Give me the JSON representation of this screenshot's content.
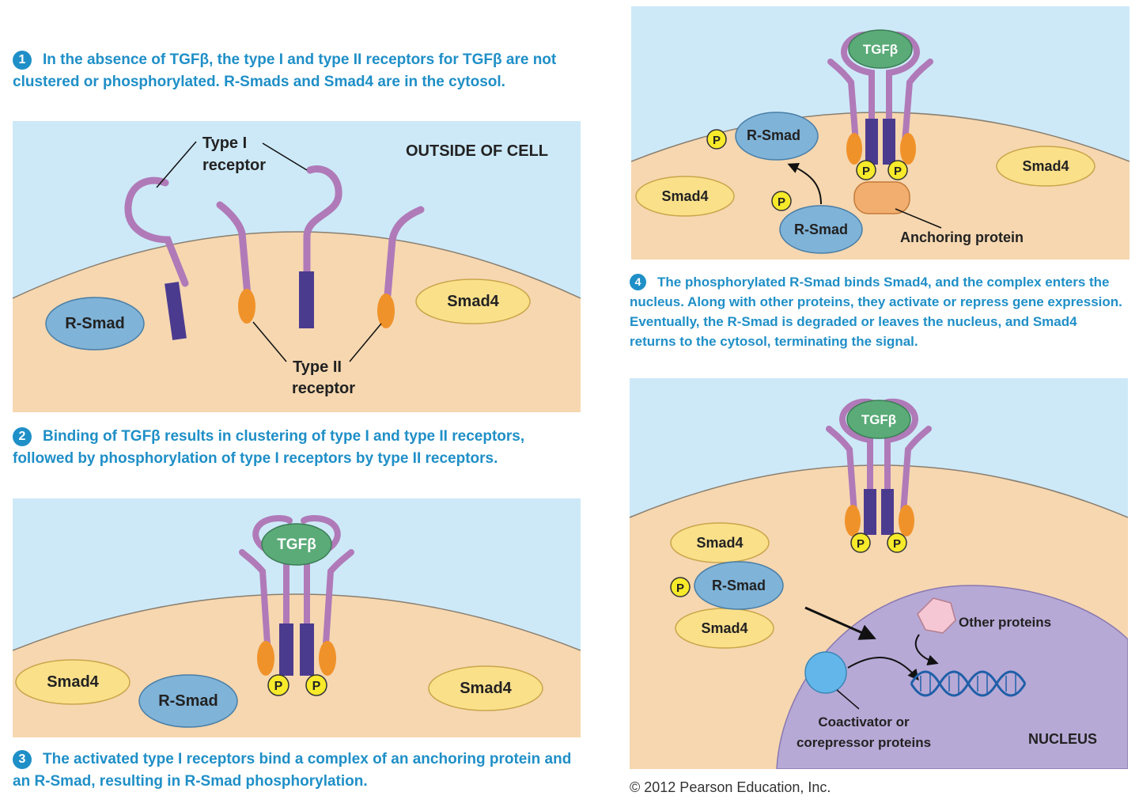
{
  "steps": [
    {
      "number": "1",
      "text": "In the absence of TGFβ, the type I and type II receptors for TGFβ are not clustered or phosphorylated. R-Smads and Smad4 are in the cytosol."
    },
    {
      "number": "2",
      "text": "Binding of TGFβ results in clustering of type I and type II receptors, followed by phosphorylation of type I receptors by type II receptors."
    },
    {
      "number": "3",
      "text": "The activated type I receptors bind a complex of an anchoring protein and an R-Smad, resulting in R-Smad phosphorylation."
    },
    {
      "number": "4",
      "text": "The phosphorylated R-Smad binds Smad4, and the complex enters the nucleus. Along with other proteins, they activate or repress gene expression. Eventually, the R-Smad is degraded or leaves the nucleus, and Smad4 returns to the cytosol, terminating the signal."
    }
  ],
  "labels": {
    "outside_of_cell": "OUTSIDE OF CELL",
    "type1_line1": "Type I",
    "type1_line2": "receptor",
    "type2_line1": "Type II",
    "type2_line2": "receptor",
    "r_smad": "R-Smad",
    "smad4": "Smad4",
    "tgfb": "TGFβ",
    "phosphate": "P",
    "anchoring_protein": "Anchoring protein",
    "other_proteins": "Other proteins",
    "coactivator_line1": "Coactivator or",
    "coactivator_line2": "corepressor proteins",
    "nucleus": "NUCLEUS"
  },
  "copyright": "© 2012 Pearson Education, Inc.",
  "colors": {
    "outside": "#cde9f8",
    "cytosol": "#f6d7b0",
    "receptor": "#b07ab8",
    "kinase": "#4b3b8f",
    "type2_knob": "#f0922a",
    "r_smad": "#7fb3d8",
    "smad4": "#fbe08a",
    "tgfb": "#5aab78",
    "phosphate": "#f7ea2a",
    "anchoring": "#f2ae6e",
    "nucleus": "#b7a9d6",
    "other_protein": "#f5c6d4",
    "coactivator": "#63b6ea",
    "caption": "#1f8fc7"
  }
}
